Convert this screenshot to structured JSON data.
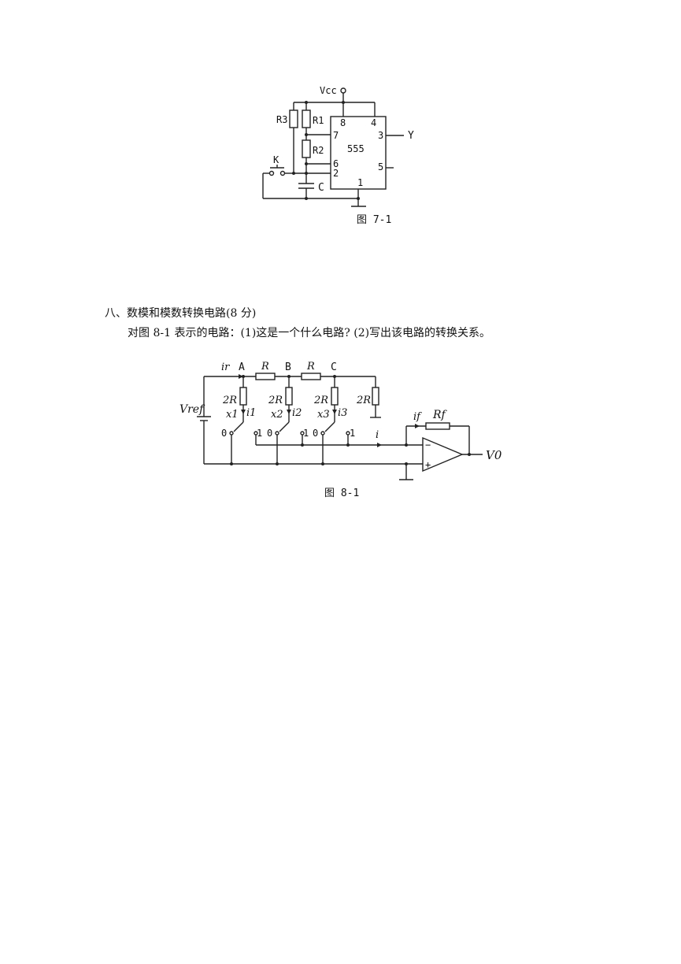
{
  "figure7": {
    "caption": "图 7-1",
    "labels": {
      "vcc": "Vcc",
      "r3": "R3",
      "r1": "R1",
      "r2": "R2",
      "k": "K",
      "c": "C",
      "chip": "555",
      "pin8": "8",
      "pin4": "4",
      "pin7": "7",
      "pin3": "3",
      "pin6": "6",
      "pin2": "2",
      "pin5": "5",
      "pin1": "1",
      "y": "Y"
    }
  },
  "section8": {
    "heading": "八、数模和模数转换电路(8 分)",
    "question": "对图 8-1 表示的电路：(1)这是一个什么电路? (2)写出该电路的转换关系。"
  },
  "figure8": {
    "caption": "图 8-1",
    "labels": {
      "ir": "ir",
      "a": "A",
      "b": "B",
      "c": "C",
      "r": "R",
      "two_r": "2R",
      "vref": "Vref",
      "x1": "x1",
      "x2": "x2",
      "x3": "x3",
      "i1": "i1",
      "i2": "i2",
      "i3": "i3",
      "zero": "0",
      "one": "1",
      "i": "i",
      "if": "if",
      "rf": "Rf",
      "minus": "−",
      "plus": "+",
      "v0": "V0"
    }
  }
}
